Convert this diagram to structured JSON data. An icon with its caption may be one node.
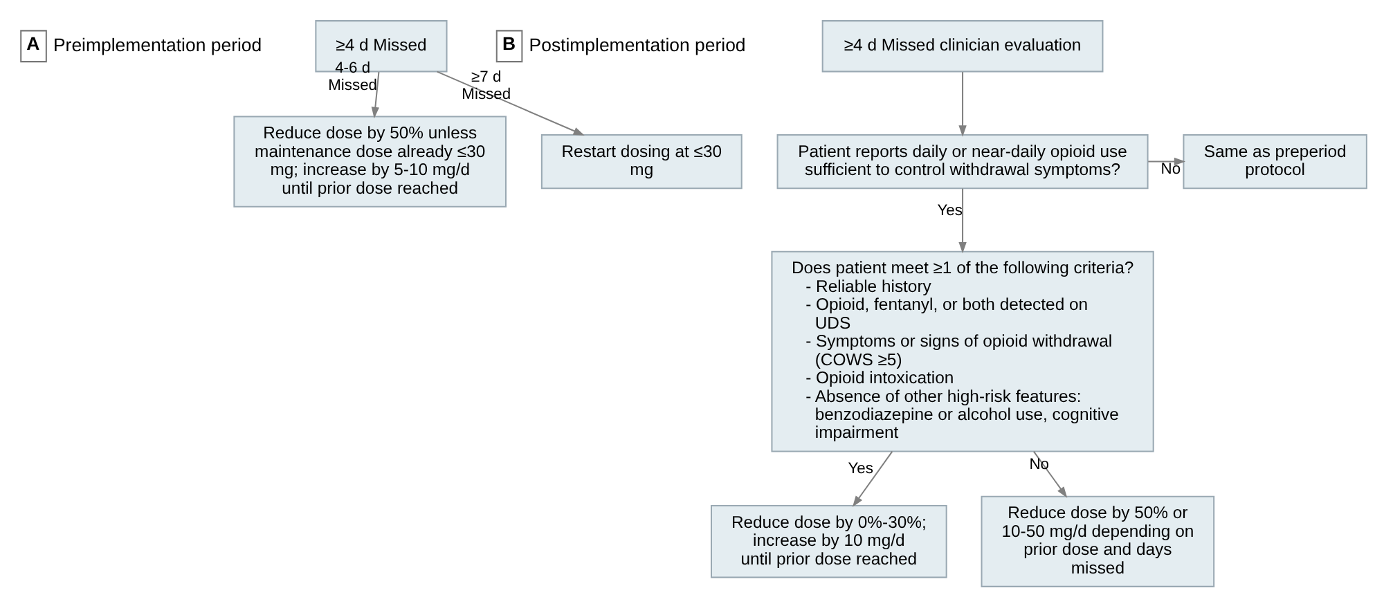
{
  "diagram": {
    "nodes": [
      {
        "text": [
          "A"
        ],
        "beside": [
          "Preimplementation period"
        ]
      },
      {
        "text": [
          "≥4 d Missed"
        ]
      },
      {
        "text": [
          "Reduce dose by 50% unless maintenance dose already ≤30 mg; increase by 5-10 mg/d until prior dose reached"
        ]
      },
      {
        "text": [
          "Restart dosing at ≤30 mg"
        ]
      },
      {
        "text": [
          "B"
        ],
        "beside": [
          "Postimplementation period"
        ]
      },
      {
        "text": [
          "≥4 d Missed clinician evaluation"
        ]
      },
      {
        "text": [
          "Patient reports daily or near-daily opioid use sufficient to control withdrawal symptoms?"
        ]
      },
      {
        "text": [
          "Same as preperiod protocol"
        ]
      },
      {
        "text": [
          "Does patient meet ≥1 of the following criteria?",
          "- Reliable history",
          "- Opioid, fentanyl, or both detected on UDS",
          "- Symptoms or signs of opioid withdrawal (COWS ≥5)",
          "- Opioid intoxication",
          "- Absence of other high-risk features: benzodiazepine or alcohol use, cognitive impairment"
        ]
      },
      {
        "text": [
          "Reduce dose by 0%-30%; increase by 10 mg/d until prior dose reached"
        ]
      },
      {
        "text": [
          "Reduce dose by 50% or 10-50 mg/d depending on prior dose and days missed"
        ]
      }
    ],
    "edges": [
      {
        "from": 1,
        "to": 2,
        "arrow": "to",
        "label": "4-6 d Missed"
      },
      {
        "from": 1,
        "to": 3,
        "arrow": "to",
        "label": "≥7 d Missed"
      },
      {
        "from": 5,
        "to": 6,
        "arrow": "to"
      },
      {
        "from": 6,
        "to": 7,
        "arrow": "to",
        "label": "No"
      },
      {
        "from": 6,
        "to": 8,
        "arrow": "to",
        "label": "Yes"
      },
      {
        "from": 8,
        "to": 9,
        "arrow": "to",
        "label": "Yes"
      },
      {
        "from": 8,
        "to": 10,
        "arrow": "to",
        "label": "No"
      }
    ]
  }
}
